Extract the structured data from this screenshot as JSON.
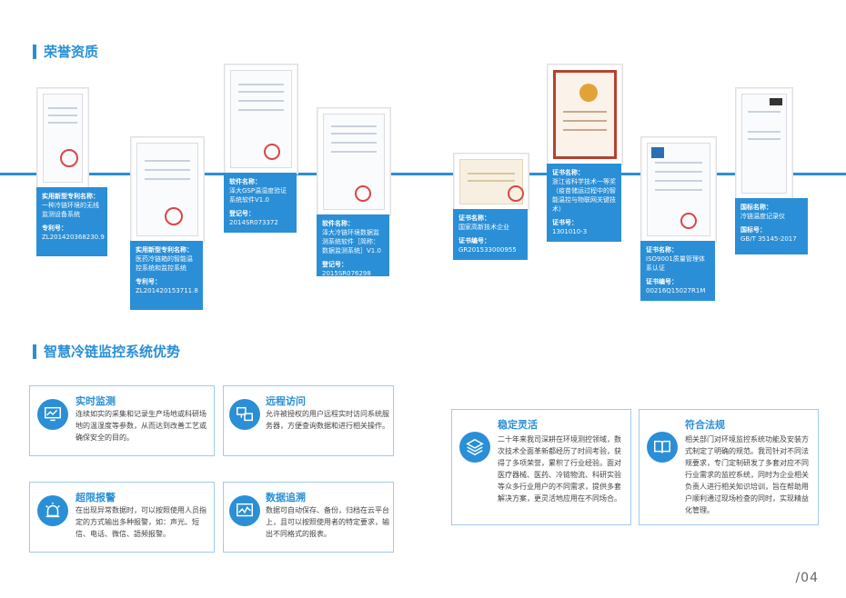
{
  "section1": {
    "title": "荣誉资质"
  },
  "section2": {
    "title": "智慧冷链监控系统优势"
  },
  "certs": [
    {
      "lines": [
        {
          "label": "实用新型专利名称：",
          "value": "一种冷链环境的无线监测设备系统"
        },
        {
          "label": "专利号：",
          "value": "ZL201420368230.9"
        }
      ]
    },
    {
      "lines": [
        {
          "label": "实用新型专利名称：",
          "value": "医药冷链箱的智能温控系统和监控系统"
        },
        {
          "label": "专利号：",
          "value": "ZL201420153711.8"
        }
      ]
    },
    {
      "lines": [
        {
          "label": "软件名称：",
          "value": "泽大GSP温湿度验证系统软件V1.0"
        },
        {
          "label": "登记号：",
          "value": "2014SR073372"
        }
      ]
    },
    {
      "lines": [
        {
          "label": "软件名称：",
          "value": "泽大冷链环境数据监测系统软件［简称：数据监测系统］V1.0"
        },
        {
          "label": "登记号：",
          "value": "2015SR076298"
        }
      ]
    },
    {
      "lines": [
        {
          "label": "证书名称：",
          "value": "国家高新技术企业"
        },
        {
          "label": "证书编号：",
          "value": "GR201533000955"
        }
      ]
    },
    {
      "lines": [
        {
          "label": "证书名称：",
          "value": "浙江省科学技术一等奖（疫苗储运过程中的智能温控与物联网关键技术）"
        },
        {
          "label": "证书号：",
          "value": "1301010-3"
        }
      ]
    },
    {
      "lines": [
        {
          "label": "证书名称：",
          "value": "ISO9001质量管理体系认证"
        },
        {
          "label": "证书编号：",
          "value": "00216Q15027R1M"
        }
      ]
    },
    {
      "lines": [
        {
          "label": "国标名称：",
          "value": "冷链温度记录仪"
        },
        {
          "label": "国标号：",
          "value": "GB/T 35145-2017"
        }
      ]
    }
  ],
  "advantages": [
    {
      "title": "实时监测",
      "text": "连续如实的采集和记录生产场地或科研场地的温湿度等参数，从而达到改善工艺或确保安全的目的。",
      "icon": "chart-monitor-icon"
    },
    {
      "title": "远程访问",
      "text": "允许被授权的用户远程实时访问系统服务器，方便查询数据和进行相关操作。",
      "icon": "remote-access-icon"
    },
    {
      "title": "超限报警",
      "text": "在出现异常数据时，可以按照使用人员指定的方式输出多种报警，如：声光、短信、电话、微信、語频报警。",
      "icon": "alarm-icon"
    },
    {
      "title": "数据追溯",
      "text": "数据可自动保存、备份，归档在云平台上，且可以按照使用者的特定要求，输出不同格式的报表。",
      "icon": "data-trace-icon"
    },
    {
      "title": "稳定灵活",
      "text": "二十年来我司深耕在环境测控领域，数次技术全面革新都经历了时间考验，获得了多项荣誉，累积了行业经验。面对医疗器械、医药、冷链物流、科研实验等众多行业用户的不同需求，提供多套解决方案，更灵活地应用在不同场合。",
      "icon": "layers-icon"
    },
    {
      "title": "符合法规",
      "text": "相关部门对环境监控系统功能及安装方式制定了明确的规范。我司针对不同法规要求，专门定制研发了多套对应不同行业需求的监控系统，同时为企业相关负责人进行相关知识培训，旨在帮助用户顺利通过现场检查的同时，实现精益化管理。",
      "icon": "book-icon"
    }
  ],
  "page": {
    "number": "/04"
  }
}
